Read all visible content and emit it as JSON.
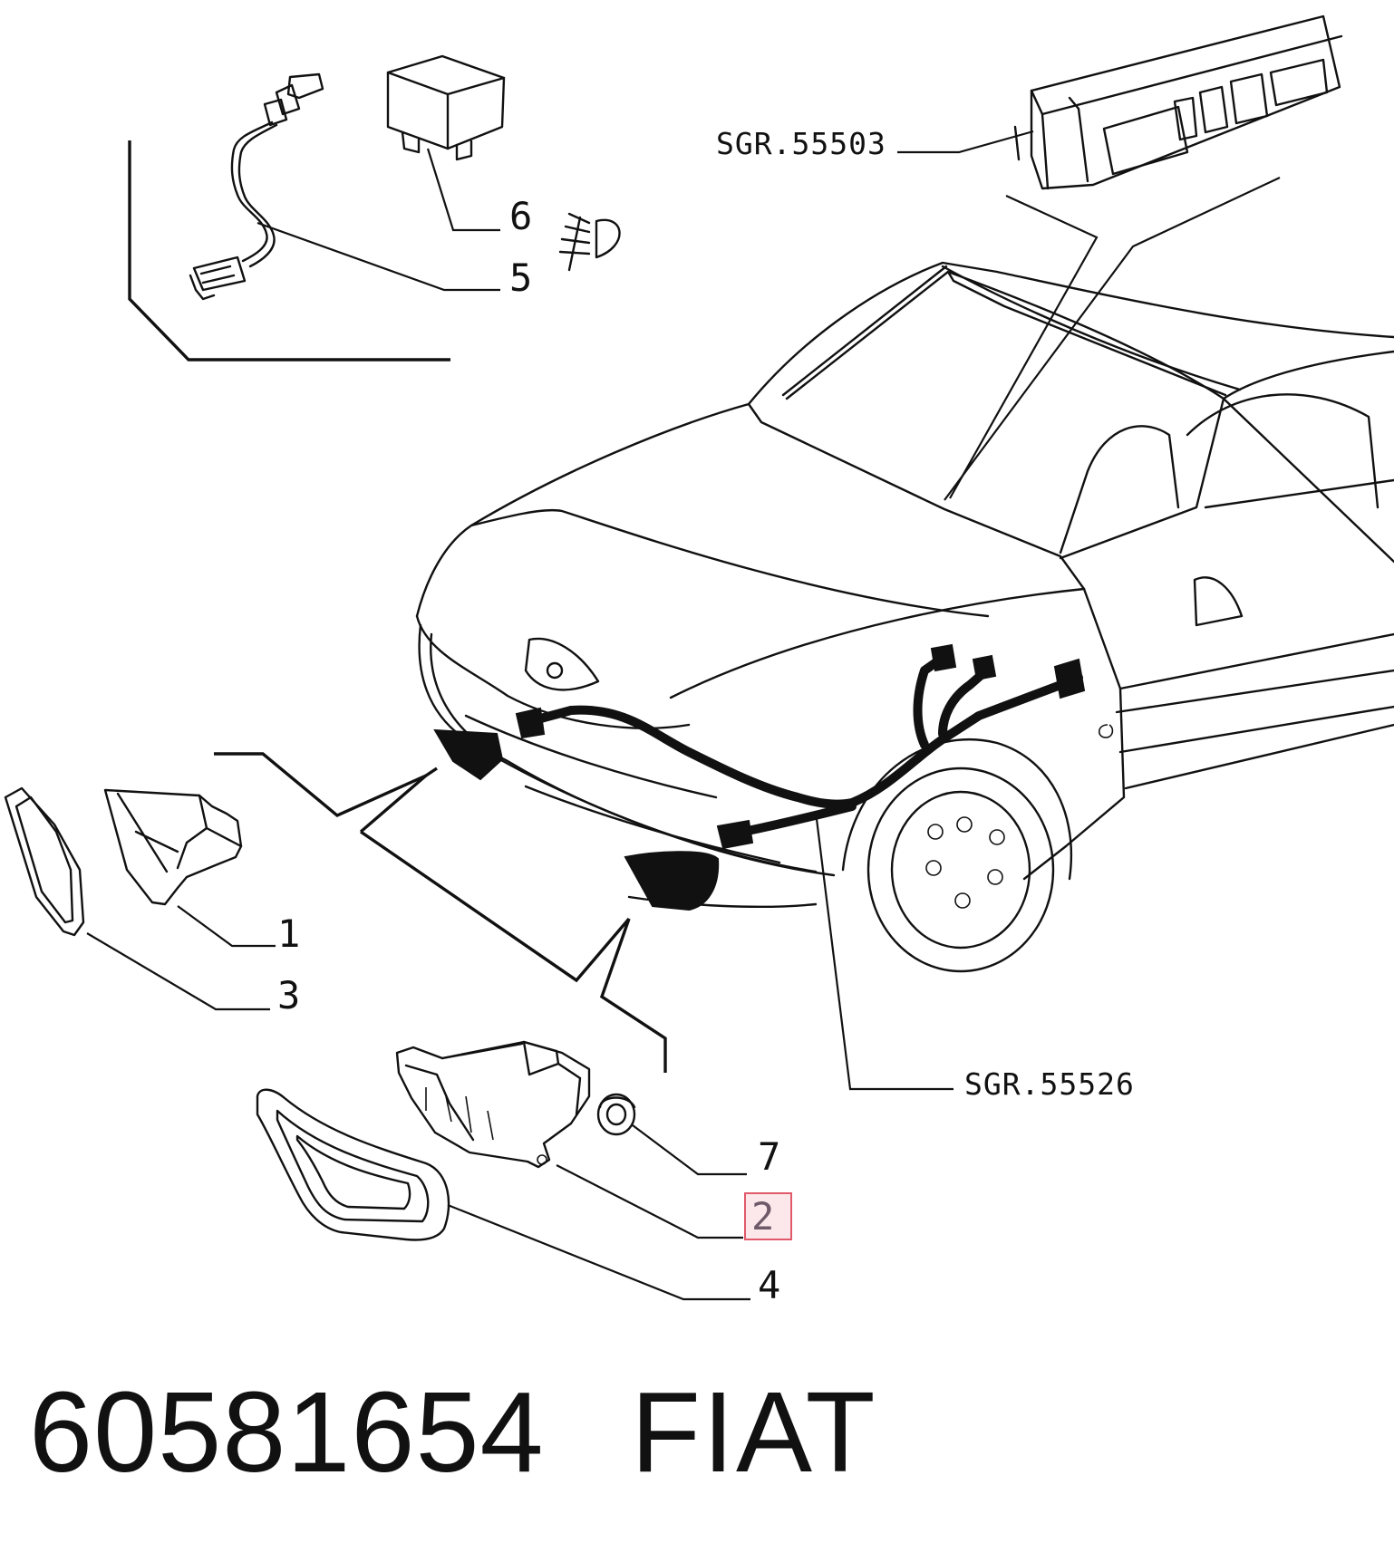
{
  "callouts": {
    "c1": "1",
    "c2": "2",
    "c3": "3",
    "c4": "4",
    "c5": "5",
    "c6": "6",
    "c7": "7"
  },
  "references": {
    "ref_top": "SGR.55503",
    "ref_mid": "SGR.55526"
  },
  "footer": {
    "part_number": "60581654",
    "brand": "FIAT"
  },
  "highlight": {
    "label": "2",
    "color": "#e05a6a"
  },
  "icons": [
    "fog-light-icon"
  ]
}
